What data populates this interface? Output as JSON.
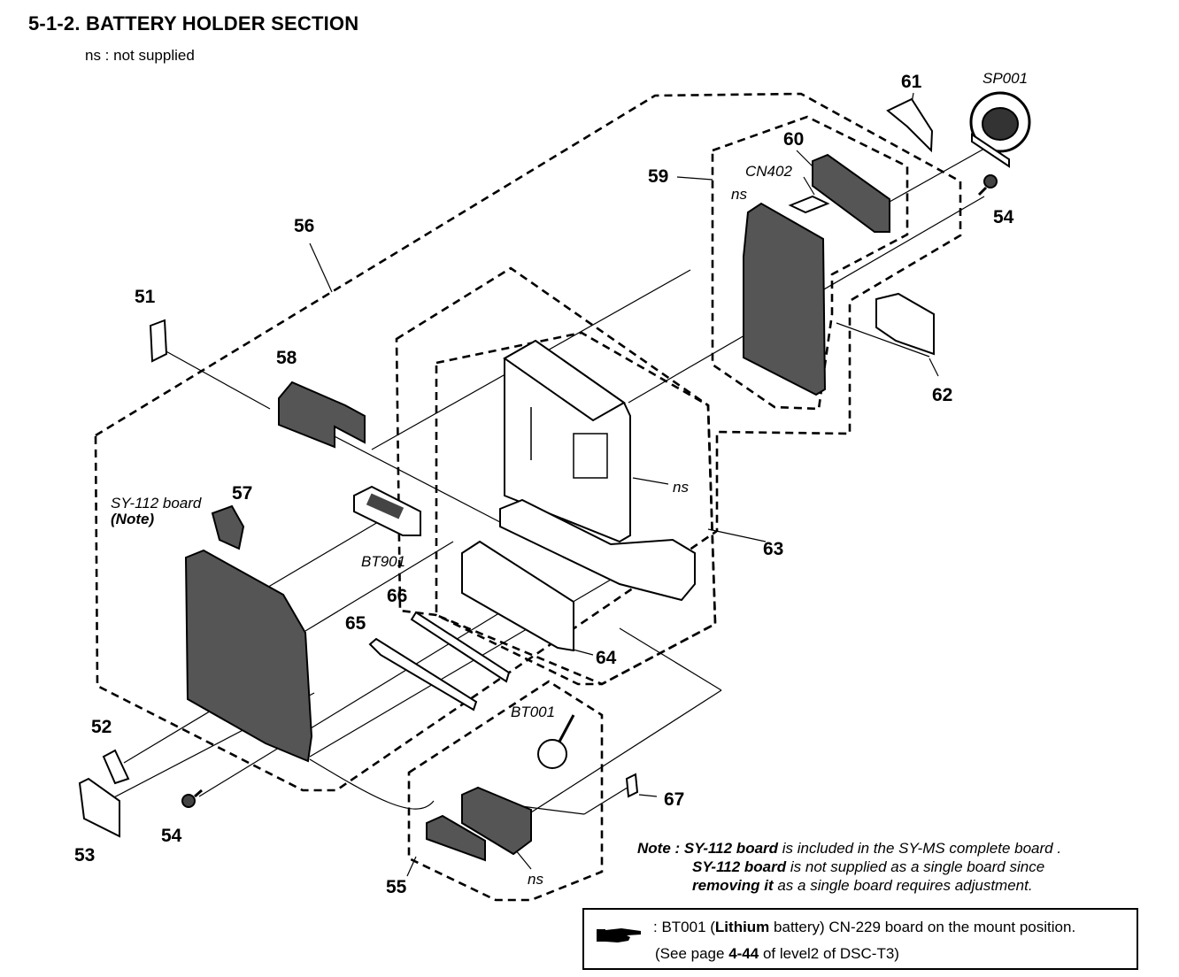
{
  "header": {
    "title": "5-1-2. BATTERY HOLDER SECTION",
    "subtitle": "ns : not supplied"
  },
  "callouts": {
    "c51": "51",
    "c52": "52",
    "c53": "53",
    "c54a": "54",
    "c54b": "54",
    "c55": "55",
    "c56": "56",
    "c57": "57",
    "c58": "58",
    "c59": "59",
    "c60": "60",
    "c61": "61",
    "c62": "62",
    "c63": "63",
    "c64": "64",
    "c65": "65",
    "c66": "66",
    "c67": "67"
  },
  "labels": {
    "sp001": "SP001",
    "cn402": "CN402",
    "ns_top": "ns",
    "ns_mid": "ns",
    "ns_bottom": "ns",
    "sy112": "SY-112 board",
    "note_ref": "(Note)",
    "bt901": "BT901",
    "bt001": "BT001"
  },
  "note": {
    "label": "Note :",
    "line1_bold": "SY-112 board",
    "line1_rest": " is included in the SY-MS complete board .",
    "line2_bold": "SY-112 board",
    "line2_rest": " is not supplied as a single board since",
    "line3_bold": "removing it",
    "line3_rest": " as a single board requires adjustment."
  },
  "mount_box": {
    "line1_a": ": BT001 (",
    "line1_b": "Lithium",
    "line1_c": " battery) CN-229 board on the mount position.",
    "line2_a": "(See page ",
    "line2_b": "4-44",
    "line2_c": " of level2 of DSC-T3)"
  },
  "icons": {
    "pointer": "pointing-hand-icon"
  }
}
